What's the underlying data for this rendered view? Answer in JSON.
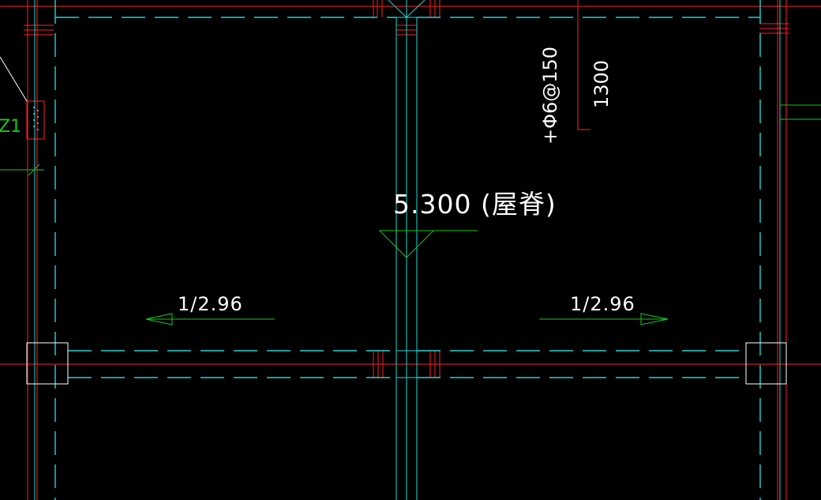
{
  "drawing": {
    "elevation_label": "5.300 (屋脊)",
    "slope_left_label": "1/2.96",
    "slope_right_label": "1/2.96",
    "rebar_label": "+Φ6@150",
    "dimension_label": "1300",
    "column_tag": "Z1"
  },
  "colors": {
    "background": "#000000",
    "axis_line": "#ff2020",
    "beam_line": "#22d3d3",
    "annotation": "#16c816",
    "text": "#ffffff",
    "column": "#ffffff"
  }
}
